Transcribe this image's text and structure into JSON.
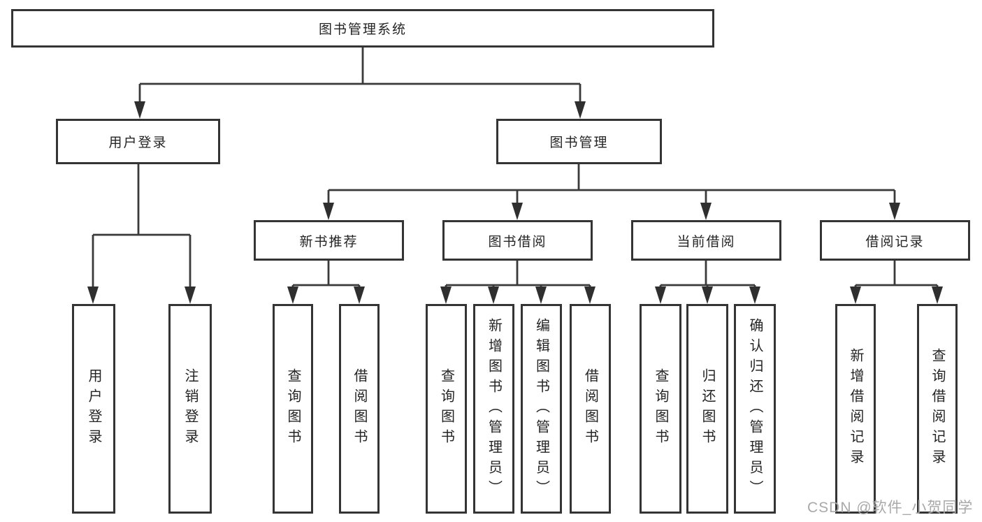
{
  "diagram": {
    "root": {
      "label": "图书管理系统"
    },
    "level1": {
      "user_login": {
        "label": "用户登录"
      },
      "book_management": {
        "label": "图书管理"
      }
    },
    "level2": {
      "new_book_recommend": {
        "label": "新书推荐"
      },
      "book_borrow": {
        "label": "图书借阅"
      },
      "current_borrow": {
        "label": "当前借阅"
      },
      "borrow_records": {
        "label": "借阅记录"
      }
    },
    "leaves": {
      "user_login": [
        "用户登录",
        "注销登录"
      ],
      "new_book_recommend": [
        "查询图书",
        "借阅图书"
      ],
      "book_borrow": [
        "查询图书",
        "新增图书（管理员）",
        "编辑图书（管理员）",
        "借阅图书"
      ],
      "current_borrow": [
        "查询图书",
        "归还图书",
        "确认归还（管理员）"
      ],
      "borrow_records": [
        "新增借阅记录",
        "查询借阅记录"
      ]
    },
    "line_color": "#3a3a3a",
    "box_border_color": "#343434",
    "text_color": "#242424"
  },
  "watermark": {
    "text": "CSDN @软件_小贺同学",
    "color": "#a9a9a9"
  }
}
